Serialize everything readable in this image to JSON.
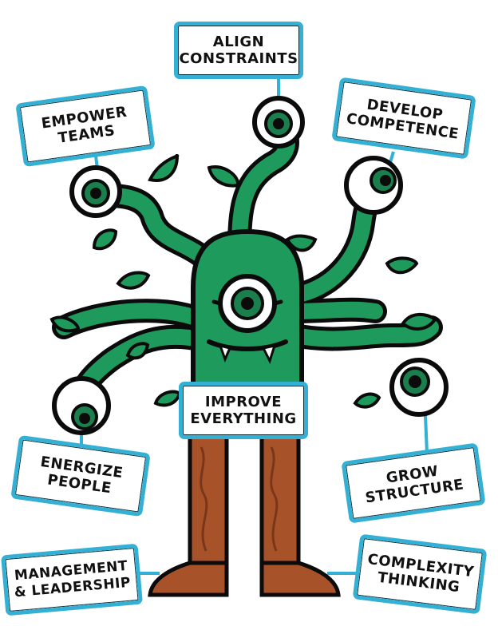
{
  "colors": {
    "monster_green": "#1e9a5c",
    "outline": "#0b0b0b",
    "eye_iris": "#1a7f4d",
    "legs_brown": "#a8522a",
    "label_border": "#33b0d4",
    "connector": "#33b0d4"
  },
  "labels": {
    "align_constraints": "ALIGN\nCONSTRAINTS",
    "empower_teams": "EMPOWER\nTEAMS",
    "develop_competence": "DEVELOP\nCOMPETENCE",
    "improve_everything": "IMPROVE\nEVERYTHING",
    "energize_people": "ENERGIZE\nPEOPLE",
    "grow_structure": "GROW\nSTRUCTURE",
    "management_leadership": "MANAGEMENT\n& LEADERSHIP",
    "complexity_thinking": "COMPLEXITY\nTHINKING"
  }
}
